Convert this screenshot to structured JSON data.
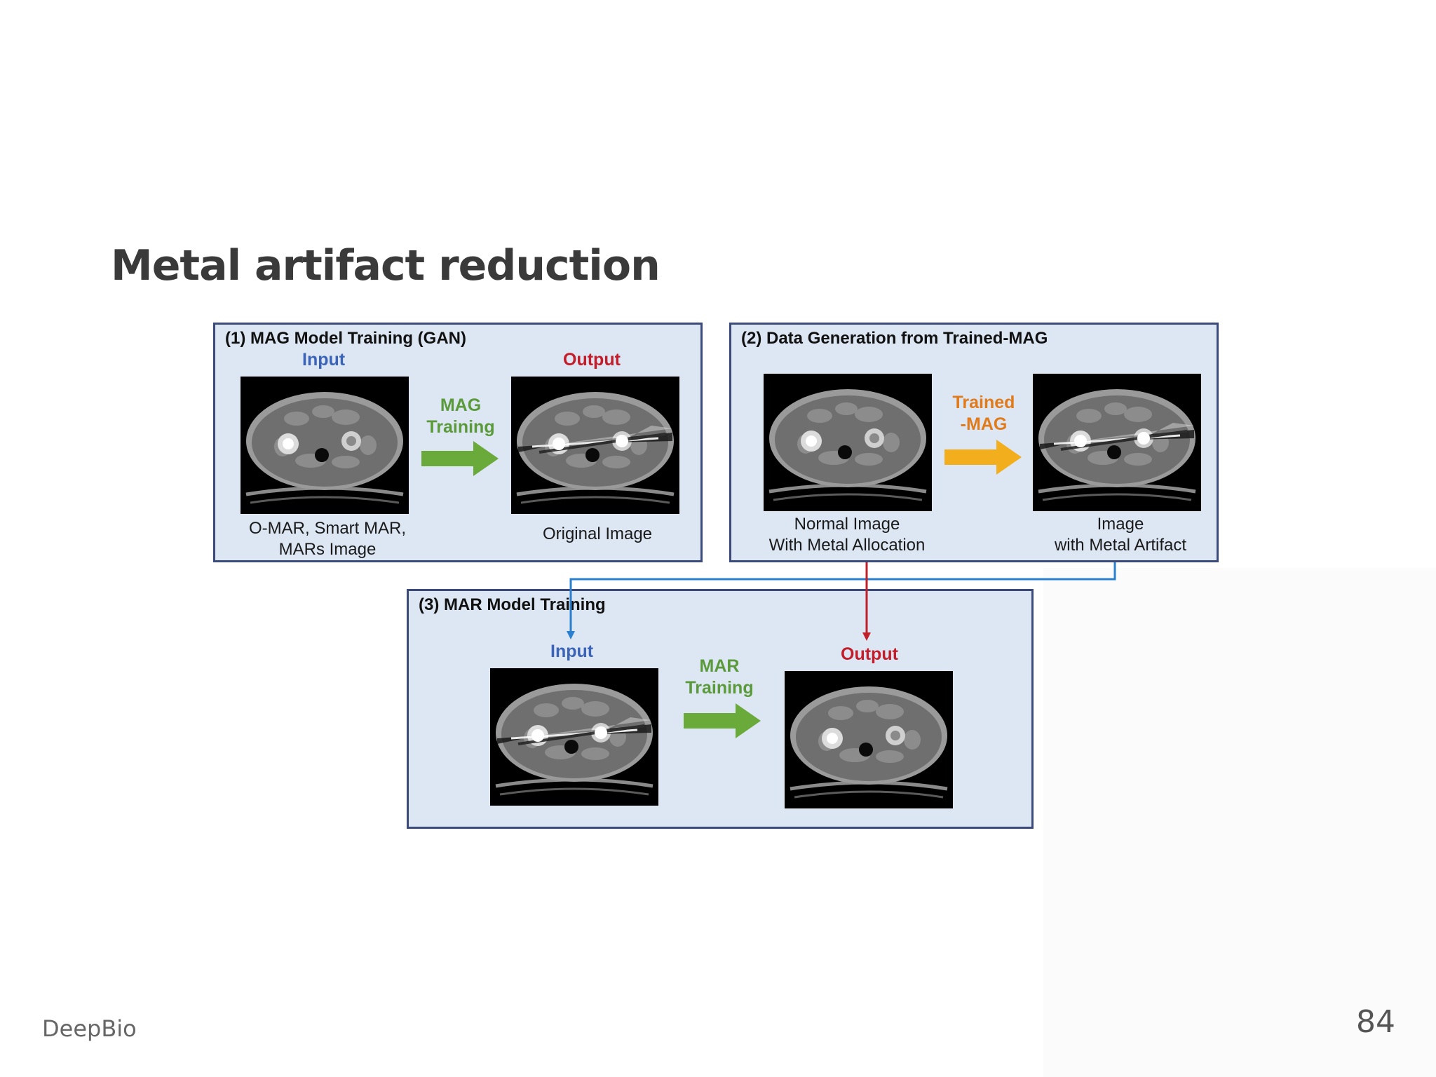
{
  "title": "Metal artifact reduction",
  "panel1": {
    "title": "(1) MAG Model Training (GAN)",
    "input_label": "Input",
    "output_label": "Output",
    "arrow_line1": "MAG",
    "arrow_line2": "Training",
    "input_caption_line1": "O-MAR, Smart MAR,",
    "input_caption_line2": "MARs Image",
    "output_caption": "Original Image"
  },
  "panel2": {
    "title": "(2) Data Generation from Trained-MAG",
    "arrow_line1": "Trained",
    "arrow_line2": "-MAG",
    "left_caption_line1": "Normal Image",
    "left_caption_line2": "With Metal Allocation",
    "right_caption_line1": "Image",
    "right_caption_line2": "with Metal Artifact"
  },
  "panel3": {
    "title": "(3) MAR Model Training",
    "input_label": "Input",
    "output_label": "Output",
    "arrow_line1": "MAR",
    "arrow_line2": "Training"
  },
  "colors": {
    "panel_bg": "#dde7f3",
    "panel_border": "#3b4a78",
    "input_blue": "#3b64b8",
    "output_red": "#c21d2a",
    "green_arrow": "#6aaa3a",
    "orange_arrow": "#f2ae1c",
    "connector_blue": "#2a7fcf",
    "connector_red": "#c0202a"
  },
  "footer": {
    "brand": "DeepBio",
    "page_number": "84"
  }
}
